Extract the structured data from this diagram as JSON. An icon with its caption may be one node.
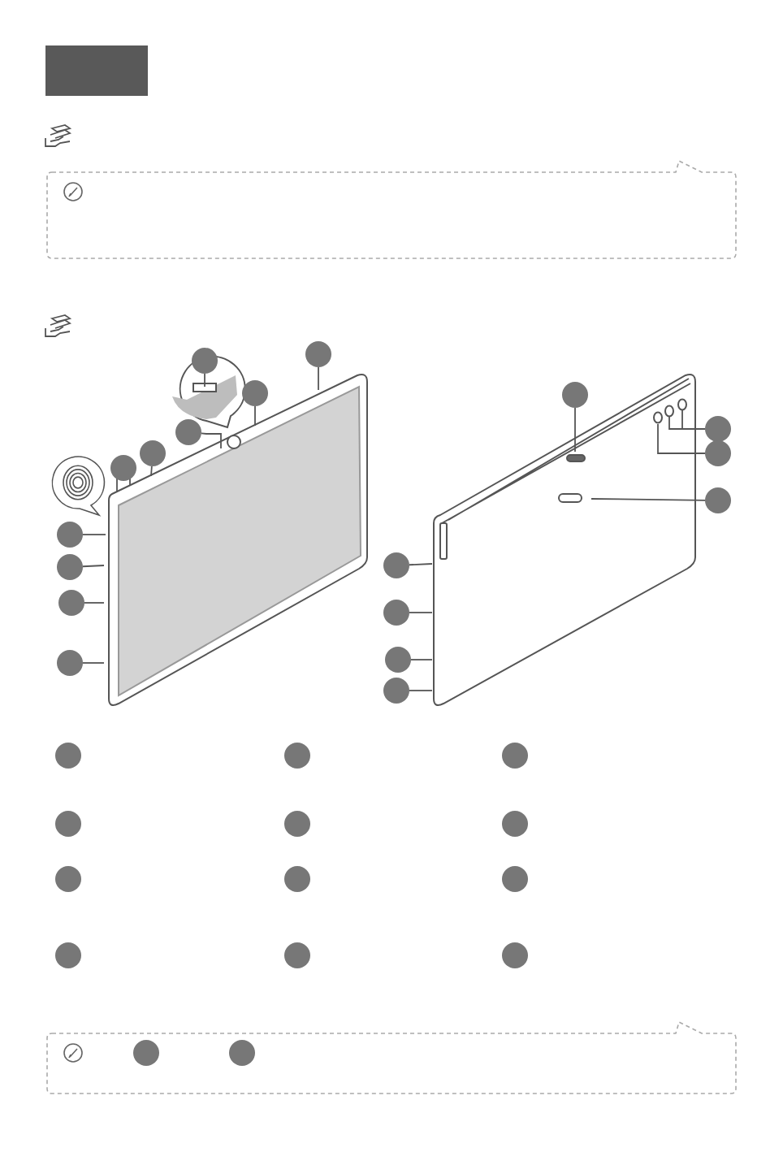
{
  "diagram": {
    "nodes": [
      {
        "text": [],
        "shape": "circle"
      },
      {
        "text": [],
        "shape": "circle"
      },
      {
        "text": [],
        "shape": "circle"
      },
      {
        "text": [],
        "shape": "circle"
      },
      {
        "text": [],
        "shape": "circle"
      },
      {
        "text": [],
        "shape": "circle"
      },
      {
        "text": [],
        "shape": "circle"
      },
      {
        "text": [],
        "shape": "circle"
      },
      {
        "text": [],
        "shape": "circle"
      },
      {
        "text": [],
        "shape": "circle"
      },
      {
        "text": [],
        "shape": "circle"
      },
      {
        "text": [],
        "shape": "circle"
      },
      {
        "text": [],
        "shape": "circle"
      },
      {
        "text": [],
        "shape": "circle"
      },
      {
        "text": [],
        "shape": "circle"
      },
      {
        "text": [],
        "shape": "circle"
      },
      {
        "text": [],
        "shape": "circle"
      },
      {
        "text": [],
        "shape": "circle"
      },
      {
        "text": [],
        "shape": "circle"
      },
      {
        "text": [],
        "shape": "circle"
      },
      {
        "text": [],
        "shape": "circle"
      },
      {
        "text": [],
        "shape": "circle"
      },
      {
        "text": [],
        "shape": "circle"
      },
      {
        "text": [],
        "shape": "circle"
      },
      {
        "text": [],
        "shape": "circle"
      },
      {
        "text": [],
        "shape": "circle"
      },
      {
        "text": [],
        "shape": "circle"
      },
      {
        "text": [],
        "shape": "circle"
      },
      {
        "text": [],
        "shape": "circle"
      },
      {
        "text": [],
        "shape": "circle"
      },
      {
        "text": [],
        "shape": "circle"
      },
      {
        "text": [],
        "shape": "circle"
      },
      {
        "text": [],
        "shape": "picture"
      },
      {
        "text": [],
        "shape": "picture"
      },
      {
        "text": [],
        "shape": "picture"
      },
      {
        "text": [],
        "shape": "picture"
      }
    ],
    "edges": [
      {
        "from": 0,
        "to": 33,
        "arrow": "none"
      },
      {
        "from": 1,
        "to": 32,
        "arrow": "none"
      },
      {
        "from": 2,
        "to": 32,
        "arrow": "none"
      },
      {
        "from": 3,
        "to": 32,
        "arrow": "none"
      },
      {
        "from": 4,
        "to": 32,
        "arrow": "none"
      },
      {
        "from": 5,
        "to": 32,
        "arrow": "none"
      },
      {
        "from": 6,
        "to": 32,
        "arrow": "none"
      },
      {
        "from": 7,
        "to": 32,
        "arrow": "none"
      },
      {
        "from": 8,
        "to": 32,
        "arrow": "none"
      },
      {
        "from": 9,
        "to": 32,
        "arrow": "none"
      },
      {
        "from": 10,
        "to": 35,
        "arrow": "none"
      },
      {
        "from": 11,
        "to": 35,
        "arrow": "none"
      },
      {
        "from": 12,
        "to": 35,
        "arrow": "none"
      },
      {
        "from": 13,
        "to": 35,
        "arrow": "none"
      },
      {
        "from": 14,
        "to": 35,
        "arrow": "none"
      },
      {
        "from": 15,
        "to": 35,
        "arrow": "none"
      },
      {
        "from": 16,
        "to": 35,
        "arrow": "none"
      },
      {
        "from": 17,
        "to": 35,
        "arrow": "none"
      }
    ]
  }
}
